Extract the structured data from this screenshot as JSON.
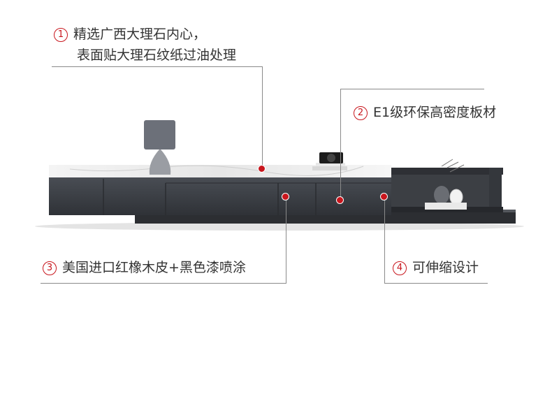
{
  "callouts": [
    {
      "num": "1",
      "line1": "精选广西大理石内心，",
      "line2": "表面贴大理石纹纸过油处理"
    },
    {
      "num": "2",
      "text": "E1级环保高密度板材"
    },
    {
      "num": "3",
      "text": "美国进口红橡木皮+黑色漆喷涂"
    },
    {
      "num": "4",
      "text": "可伸缩设计"
    }
  ],
  "colors": {
    "accent": "#c8161d",
    "cabinet": "#3a3d42",
    "marble": "#ececec"
  }
}
